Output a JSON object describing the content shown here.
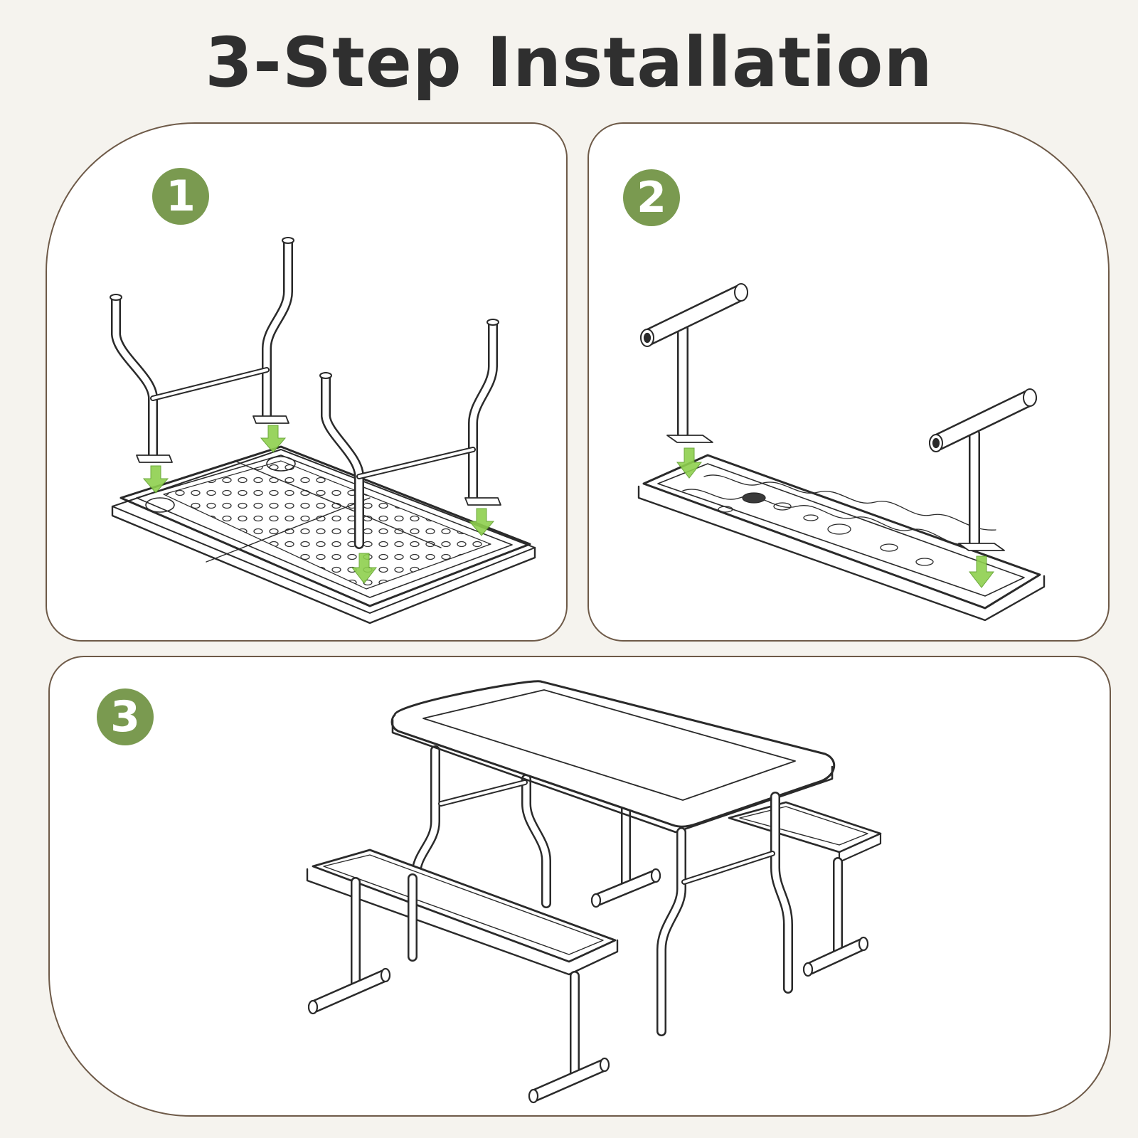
{
  "title": "3-Step Installation",
  "steps": [
    {
      "number": "1",
      "icon": "table-frame-assembly-illustration"
    },
    {
      "number": "2",
      "icon": "bench-frame-assembly-illustration"
    },
    {
      "number": "3",
      "icon": "assembled-picnic-table-illustration"
    }
  ],
  "colors": {
    "background": "#f5f3ee",
    "panel_border": "#6e5a48",
    "badge": "#7a9a50",
    "arrow": "#8ed04e",
    "title": "#2f2f2f"
  }
}
